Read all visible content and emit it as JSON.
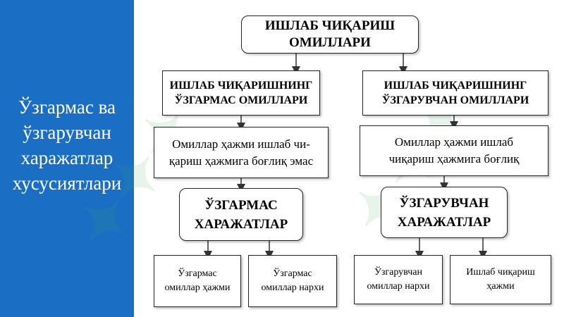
{
  "side": {
    "lines": [
      "Ўзгармас ва",
      "ўзгарувчан",
      "харажатлар",
      "хусусиятлари"
    ]
  },
  "diagram": {
    "root": {
      "lines": [
        "ИШЛАБ ЧИҚАРИШ",
        "ОМИЛЛАРИ"
      ]
    },
    "left": {
      "factors": {
        "lines": [
          "ИШЛАБ ЧИҚАРИШНИНГ",
          "ЎЗГАРМАС ОМИЛЛАРИ"
        ]
      },
      "desc": {
        "lines": [
          "Омиллар ҳажми ишлаб чи-",
          "қариш ҳажмига боғлиқ эмас"
        ]
      },
      "costs": {
        "lines": [
          "ЎЗГАРМАС",
          "ХАРАЖАТЛАР"
        ]
      },
      "leaf1": {
        "lines": [
          "Ўзгармас",
          "омиллар ҳажми"
        ]
      },
      "leaf2": {
        "lines": [
          "Ўзгармас",
          "омиллар нархи"
        ]
      }
    },
    "right": {
      "factors": {
        "lines": [
          "ИШЛАБ ЧИҚАРИШНИНГ",
          "ЎЗГАРУВЧАН ОМИЛЛАРИ"
        ]
      },
      "desc": {
        "lines": [
          "Омиллар ҳажми ишлаб",
          "чиқариш ҳажмига боғлиқ"
        ]
      },
      "costs": {
        "lines": [
          "ЎЗГАРУВЧАН",
          "ХАРАЖАТЛАР"
        ]
      },
      "leaf1": {
        "lines": [
          "Ўзгарувчан",
          "омиллар нархи"
        ]
      },
      "leaf2": {
        "lines": [
          "Ишлаб чиқариш",
          "ҳажми"
        ]
      }
    }
  },
  "colors": {
    "side_panel": "#1a6fc4",
    "box_border": "#222222",
    "edge": "#333333"
  }
}
